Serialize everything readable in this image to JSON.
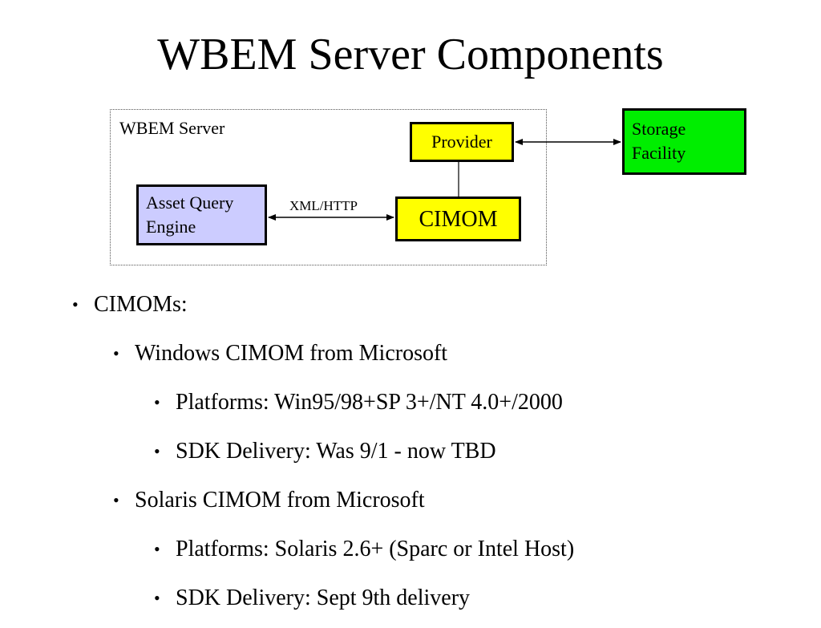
{
  "slide": {
    "title": "WBEM Server Components"
  },
  "diagram": {
    "server_label": "WBEM Server",
    "provider_label": "Provider",
    "storage_label_line1": "Storage",
    "storage_label_line2": "Facility",
    "asset_label_line1": "Asset Query",
    "asset_label_line2": "Engine",
    "cimom_label": "CIMOM",
    "xml_http_label": "XML/HTTP",
    "colors": {
      "provider_fill": "#ffff00",
      "cimom_fill": "#ffff00",
      "storage_fill": "#00ee00",
      "asset_fill": "#ccccff"
    }
  },
  "bullets": [
    {
      "level": 1,
      "text": "CIMOMs:"
    },
    {
      "level": 2,
      "text": "Windows CIMOM from Microsoft"
    },
    {
      "level": 3,
      "text": "Platforms:  Win95/98+SP 3+/NT 4.0+/2000"
    },
    {
      "level": 3,
      "text": "SDK Delivery:  Was 9/1 - now TBD"
    },
    {
      "level": 2,
      "text": "Solaris CIMOM from Microsoft"
    },
    {
      "level": 3,
      "text": "Platforms:  Solaris 2.6+ (Sparc or Intel Host)"
    },
    {
      "level": 3,
      "text": "SDK Delivery:   Sept 9th delivery"
    }
  ],
  "bullet_glyph": "•"
}
